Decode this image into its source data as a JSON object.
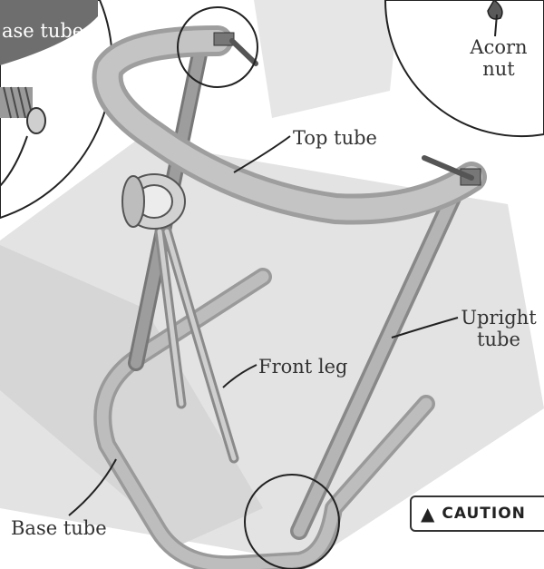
{
  "labels": {
    "inset_base_tube": "ase tube",
    "acorn_line1": "Acorn",
    "acorn_line2": "nut",
    "top_tube": "Top tube",
    "upright_line1": "Upright",
    "upright_line2": "tube",
    "front_leg": "Front leg",
    "base_tube": "Base tube"
  },
  "caution": {
    "icon": "warning-triangle-icon",
    "text": "CAUTION"
  },
  "colors": {
    "tube": "#b3b3b3",
    "tube_shadow": "#8c8c8c",
    "dark_inset": "#6e6e6e",
    "floor": "#d9d9d9",
    "outline": "#333333"
  }
}
